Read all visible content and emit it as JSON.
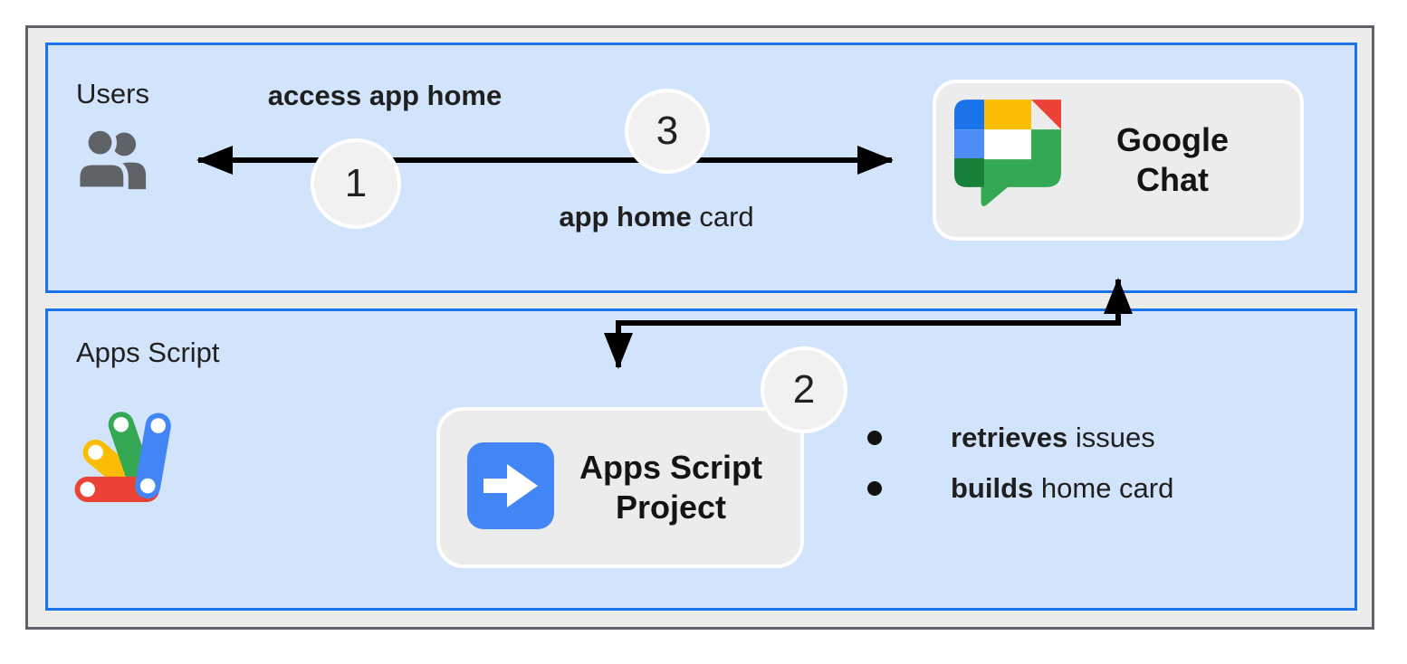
{
  "sections": {
    "users": {
      "label": "Users"
    },
    "apps_script": {
      "label": "Apps Script"
    }
  },
  "nodes": {
    "google_chat": {
      "line1": "Google",
      "line2": "Chat"
    },
    "apps_script_project": {
      "line1": "Apps Script",
      "line2": "Project"
    }
  },
  "flow_labels": {
    "access_app_home": "access app home",
    "app_home_card_bold": "app home",
    "app_home_card_rest": " card"
  },
  "steps": {
    "one": "1",
    "two": "2",
    "three": "3"
  },
  "bullets": [
    {
      "bold": "retrieves",
      "rest": " issues"
    },
    {
      "bold": "builds",
      "rest": " home card"
    }
  ],
  "icons": {
    "users": "people-icon",
    "google_chat": "google-chat-logo",
    "apps_script": "apps-script-logo",
    "apps_script_project": "apps-script-project-arrow-icon"
  },
  "colors": {
    "section_fill": "#d2e3fc",
    "section_border": "#1a73e8",
    "card_fill": "#ececec",
    "card_border": "#ffffff",
    "step_circle_fill": "#f1f1f1",
    "outer_fill": "#ececec",
    "outer_border": "#5f6368",
    "arrow_black": "#000000",
    "people_gray": "#5f6368",
    "google_blue_dark": "#1a73e8",
    "google_blue_light": "#4e8df7",
    "google_blue": "#4285f4",
    "google_yellow": "#fbbc04",
    "google_red": "#ea4335",
    "google_green": "#34a853",
    "google_green_dark": "#188038"
  }
}
